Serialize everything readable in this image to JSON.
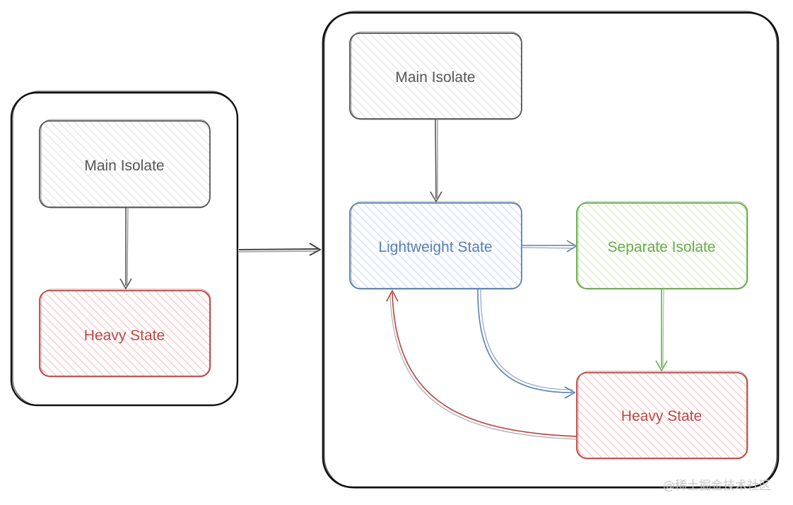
{
  "left_panel": {
    "main_isolate": "Main Isolate",
    "heavy_state": "Heavy State"
  },
  "right_panel": {
    "main_isolate": "Main Isolate",
    "lightweight_state": "Lightweight State",
    "separate_isolate": "Separate Isolate",
    "heavy_state": "Heavy State"
  },
  "watermark": "@稀土掘金技术社区",
  "colors": {
    "gray": "#555555",
    "gray_fill": "#e9e9e9",
    "red": "#b84a4a",
    "red_fill": "#f2b9b9",
    "blue": "#5b7fae",
    "blue_fill": "#bfd6f0",
    "green": "#6aa84f",
    "green_fill": "#cce8b8",
    "frame": "#111111"
  }
}
